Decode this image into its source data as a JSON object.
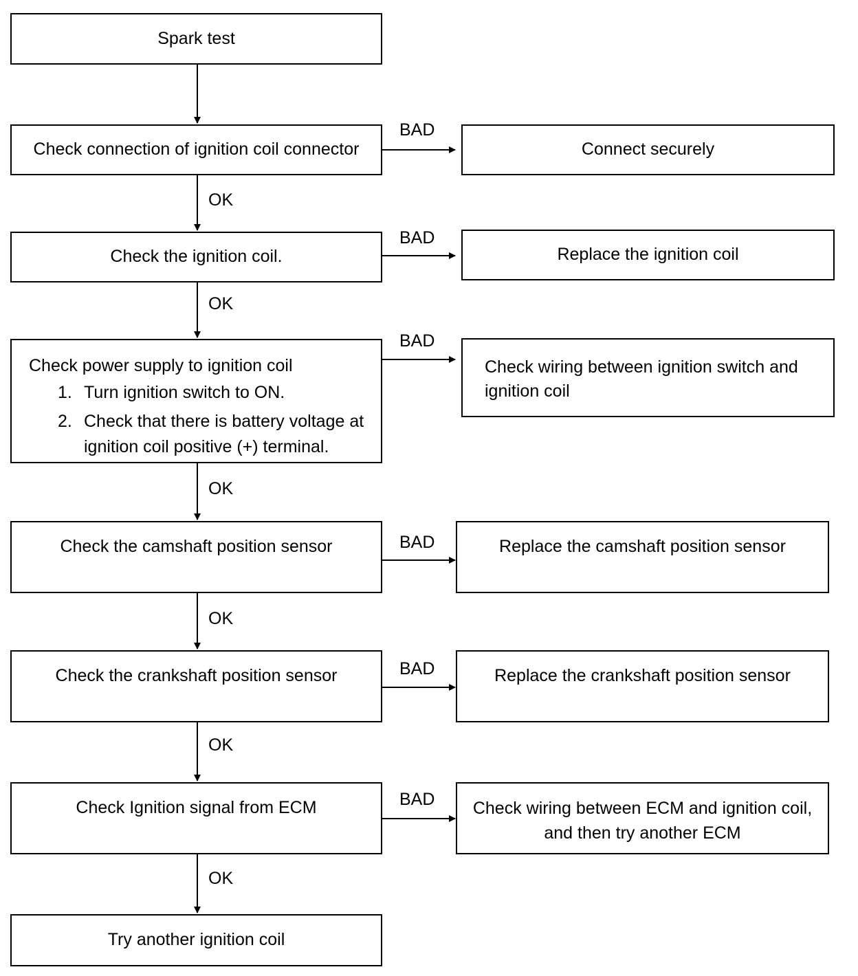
{
  "labels": {
    "bad": "BAD",
    "ok": "OK"
  },
  "main": {
    "spark_test": "Spark test",
    "check_connector": "Check connection of ignition coil connector",
    "check_coil": "Check the ignition coil.",
    "power_supply": {
      "title": "Check power supply to ignition coil",
      "steps": [
        {
          "num": "1.",
          "text": "Turn ignition switch to ON."
        },
        {
          "num": "2.",
          "text": "Check that there is battery voltage at ignition coil positive (+) terminal."
        }
      ]
    },
    "check_camshaft": "Check the camshaft position sensor",
    "check_crankshaft": "Check the crankshaft position sensor",
    "check_ecm_signal": "Check Ignition signal from ECM",
    "try_another_coil": "Try another ignition coil"
  },
  "actions": {
    "connect_securely": "Connect securely",
    "replace_coil": "Replace the ignition coil",
    "check_wiring_switch": "Check wiring between ignition switch and ignition coil",
    "replace_camshaft": "Replace the camshaft position sensor",
    "replace_crankshaft": "Replace the crankshaft position sensor",
    "check_wiring_ecm_line1": "Check wiring between ECM and ignition coil,",
    "check_wiring_ecm_line2": "and then try another ECM"
  }
}
